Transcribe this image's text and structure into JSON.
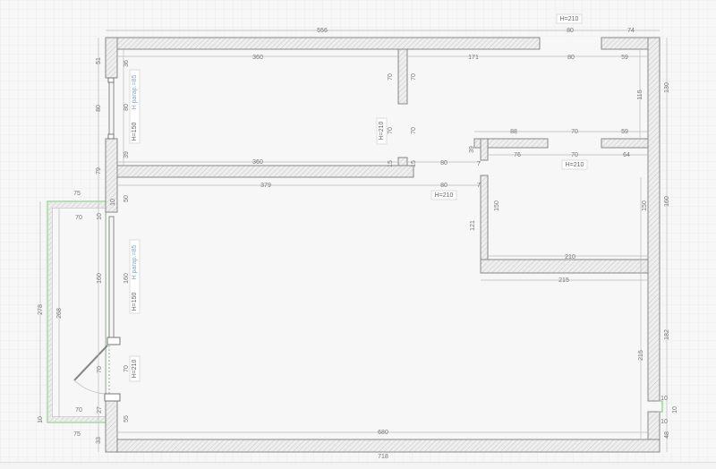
{
  "plan": {
    "top_dims": [
      "556",
      "H=210",
      "80",
      "74"
    ],
    "room1": {
      "top": "360",
      "bottom": "360",
      "left_top": "36",
      "left_mid": "80",
      "left_bot": "39",
      "window_tag_h": "H=150",
      "window_tag_sill": "H parap.=85",
      "right_a": "70",
      "right_b": "70",
      "right_c": "15",
      "door_tag": "H=210"
    },
    "room2": {
      "top_a": "171",
      "top_b": "80",
      "top_c": "59",
      "left_a": "70",
      "left_b": "70",
      "left_c": "15",
      "right": "115",
      "bottom_a": "88",
      "bottom_b": "70",
      "bottom_c": "59"
    },
    "corridor": {
      "top": "379",
      "door_a": "80",
      "door_b": "80",
      "door_tag": "H=210",
      "seven_a": "7",
      "seven_b": "7",
      "side_39": "39",
      "side_121": "121"
    },
    "room3": {
      "top_a": "76",
      "top_b": "70",
      "top_c": "64",
      "door_tag": "H=210",
      "left": "150",
      "right": "150",
      "bottom": "210"
    },
    "living": {
      "left_top": "50",
      "window_160": "160",
      "window_tag_h": "H=150",
      "window_tag_sill": "H parap.=85",
      "door_70": "70",
      "door_tag": "H=210",
      "left_bot": "55",
      "right": "215",
      "top_right": "215",
      "bottom": "680",
      "balcony_side_10": "10"
    },
    "outer": {
      "left_51": "51",
      "left_80": "80",
      "left_79": "79",
      "left_33": "33",
      "right_130": "130",
      "right_160": "160",
      "right_182": "182",
      "right_10a": "10",
      "right_10b": "10",
      "right_10c": "10",
      "right_48": "48",
      "bottom": "718"
    },
    "balcony": {
      "top_outer": "75",
      "top_inner": "70",
      "bottom_inner": "70",
      "bottom_outer": "75",
      "outer_height": "278",
      "inner_height": "268",
      "window_160": "160",
      "door_70": "70",
      "side_10a": "10",
      "side_10b": "10",
      "side_27": "27"
    }
  },
  "colors": {
    "wall": "#888888",
    "balcony": "#8fcf8f",
    "dims": "#777777",
    "blue_tag": "#7fa6d6"
  }
}
